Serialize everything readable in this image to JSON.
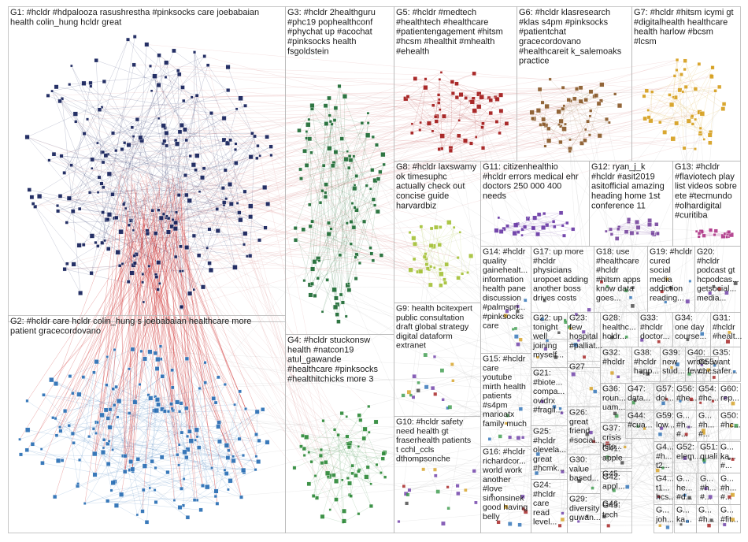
{
  "groups": [
    {
      "id": "G1",
      "lines": [
        "G1: #hcldr #hdpalooza rasushrestha #pinksocks care joebabaian",
        "health colin_hung hcldr great"
      ],
      "color": "#14205a"
    },
    {
      "id": "G2",
      "lines": [
        "G2: #hcldr care hcldr colin_hung s joebabaian healthcare more",
        "patient gracecordovano"
      ],
      "color": "#2a6fb5"
    },
    {
      "id": "G3",
      "lines": [
        "G3: #hcldr 2healthguru",
        "#phc19 pophealthconf",
        "#phychat up #acochat",
        "#pinksocks health",
        "fsgoldstein"
      ],
      "color": "#1e6b34"
    },
    {
      "id": "G4",
      "lines": [
        "G4: #hcldr stuckonsw",
        "health #natcon19",
        "atul_gawande",
        "#healthcare #pinksocks",
        "#healthitchicks more 3"
      ],
      "color": "#2f8a3a"
    },
    {
      "id": "G5",
      "lines": [
        "G5: #hcldr #medtech",
        "#healthtech #healthcare",
        "#patientengagement #hitsm",
        "#hcsm #healthit #mhealth",
        "#ehealth"
      ],
      "color": "#a31a1a"
    },
    {
      "id": "G6",
      "lines": [
        "G6: #hcldr klasresearch",
        "#klas s4pm #pinksocks",
        "#patientchat",
        "gracecordovano",
        "#healthcareit k_salemoaks",
        "practice"
      ],
      "color": "#8a5a2a"
    },
    {
      "id": "G7",
      "lines": [
        "G7: #hcldr #hitsm icymi gt",
        "#digitalhealth healthcare",
        "health harlow #bcsm",
        "#lcsm"
      ],
      "color": "#d6a020"
    },
    {
      "id": "G8",
      "lines": [
        "G8: #hcldr laxswamy",
        "ok timesuphc",
        "actually check out",
        "concise guide",
        "harvardbiz"
      ],
      "color": "#a6c23a"
    },
    {
      "id": "G9",
      "lines": [
        "G9: health bcitexpert",
        "public consultation",
        "draft global strategy",
        "digital dataform",
        "extranet"
      ],
      "color": "#555555"
    },
    {
      "id": "G10",
      "lines": [
        "G10: #hcldr safety",
        "need health gt",
        "fraserhealth patients",
        "t cchl_ccls",
        "dthompsonche"
      ],
      "color": "#555555"
    },
    {
      "id": "G11",
      "lines": [
        "G11: citizenhealthio",
        "#hcldr errors medical ehr",
        "doctors 250 000 400",
        "needs"
      ],
      "color": "#6a3aa6"
    },
    {
      "id": "G12",
      "lines": [
        "G12: ryan_j_k",
        "#hcldr #asit2019",
        "asitofficial amazing",
        "heading home 1st",
        "conference 11"
      ],
      "color": "#7a4aa0"
    },
    {
      "id": "G13",
      "lines": [
        "G13: #hcldr",
        "#flaviotech play",
        "list videos sobre",
        "ete #tecmundo",
        "#olhardigital",
        "#curitiba"
      ],
      "color": "#b03a8a"
    },
    {
      "id": "G14",
      "lines": [
        "G14: #hcldr",
        "quality",
        "gainehealt...",
        "information",
        "health pane",
        "discussion",
        "#palmspri...",
        "#pinksocks",
        "care"
      ],
      "color": "#555555"
    },
    {
      "id": "G15",
      "lines": [
        "G15: #hcldr",
        "care",
        "youtube",
        "mirth health",
        "patients",
        "#s4pm",
        "marioatx",
        "family much"
      ],
      "color": "#555555"
    },
    {
      "id": "G16",
      "lines": [
        "G16: #hcldr",
        "richardcor...",
        "world work",
        "another",
        "#love",
        "simonsinek",
        "good having",
        "belly"
      ],
      "color": "#555555"
    },
    {
      "id": "G17",
      "lines": [
        "G17: up more",
        "#hcldr",
        "physicians",
        "uropoet adding",
        "another boss",
        "drives costs"
      ],
      "color": "#555555"
    },
    {
      "id": "G18",
      "lines": [
        "G18: use",
        "#healthcare",
        "#hcldr",
        "#hitsm apps",
        "know data",
        "goes..."
      ],
      "color": "#555555"
    },
    {
      "id": "G19",
      "lines": [
        "G19: #hcldr",
        "cured",
        "social",
        "media",
        "addiction",
        "reading..."
      ],
      "color": "#555555"
    },
    {
      "id": "G20",
      "lines": [
        "G20:",
        "#hcldr",
        "podcast gt",
        "hcpodcas...",
        "getsocial...",
        "media..."
      ],
      "color": "#555555"
    },
    {
      "id": "G21",
      "lines": [
        "G21:",
        "#biote...",
        "compa...",
        "ovidrx",
        "#fragil..."
      ],
      "color": "#555555"
    },
    {
      "id": "G22",
      "lines": [
        "G22: up",
        "tonight",
        "well",
        "joining",
        "myself..."
      ],
      "color": "#555555"
    },
    {
      "id": "G23",
      "lines": [
        "G23:",
        "few",
        "hospital",
        "#palliat..."
      ],
      "color": "#555555"
    },
    {
      "id": "G24",
      "lines": [
        "G24:",
        "#hcldr",
        "care",
        "read",
        "level..."
      ],
      "color": "#555555"
    },
    {
      "id": "G25",
      "lines": [
        "G25:",
        "#hcldr",
        "olevela...",
        "great",
        "#hcmk..."
      ],
      "color": "#555555"
    },
    {
      "id": "G26",
      "lines": [
        "G26:",
        "great",
        "friend",
        "#social..."
      ],
      "color": "#555555"
    },
    {
      "id": "G27",
      "lines": [
        "G27"
      ],
      "color": "#555555"
    },
    {
      "id": "G28",
      "lines": [
        "G28:",
        "healthc...",
        "hcldr..."
      ],
      "color": "#555555"
    },
    {
      "id": "G29",
      "lines": [
        "G29:",
        "diversity",
        "guwan..."
      ],
      "color": "#555555"
    },
    {
      "id": "G30",
      "lines": [
        "G30:",
        "value",
        "based..."
      ],
      "color": "#555555"
    },
    {
      "id": "G31",
      "lines": [
        "G31:",
        "#hcldr",
        "#healt..."
      ],
      "color": "#555555"
    },
    {
      "id": "G32",
      "lines": [
        "G32:",
        "#hcldr"
      ],
      "color": "#555555"
    },
    {
      "id": "G33",
      "lines": [
        "G33:",
        "#hcldr",
        "doctor..."
      ],
      "color": "#555555"
    },
    {
      "id": "G34",
      "lines": [
        "G34:",
        "one day",
        "course..."
      ],
      "color": "#555555"
    },
    {
      "id": "G35",
      "lines": [
        "G35:",
        "want",
        "safer..."
      ],
      "color": "#555555"
    },
    {
      "id": "G36",
      "lines": [
        "G36:",
        "roun...",
        "uam..."
      ],
      "color": "#555555"
    },
    {
      "id": "G37",
      "lines": [
        "G37:",
        "crisis",
        "hits..."
      ],
      "color": "#555555"
    },
    {
      "id": "G38",
      "lines": [
        "G38:",
        "#hcldr",
        "happ..."
      ],
      "color": "#555555"
    },
    {
      "id": "G39",
      "lines": [
        "G39:",
        "new",
        "stud..."
      ],
      "color": "#555555"
    },
    {
      "id": "G40",
      "lines": [
        "G40:",
        "wrote",
        "few..."
      ],
      "color": "#555555"
    },
    {
      "id": "G41",
      "lines": [
        "G41:",
        "apple"
      ],
      "color": "#555555"
    },
    {
      "id": "G42",
      "lines": [
        "G42:",
        "appl..."
      ],
      "color": "#555555"
    },
    {
      "id": "G43",
      "lines": [
        "G43:",
        "tech"
      ],
      "color": "#555555"
    },
    {
      "id": "G44",
      "lines": [
        "G44:",
        "#cua..."
      ],
      "color": "#555555"
    },
    {
      "id": "G45",
      "lines": [
        "G45"
      ],
      "color": "#555555"
    },
    {
      "id": "G46",
      "lines": [
        "G46:",
        "pati...",
        "join..."
      ],
      "color": "#555555"
    },
    {
      "id": "G47",
      "lines": [
        "G47:",
        "data..."
      ],
      "color": "#555555"
    },
    {
      "id": "G48",
      "lines": [
        "G4...",
        "#h...",
        "t2...",
        "#..."
      ],
      "color": "#555555"
    },
    {
      "id": "G49",
      "lines": [
        "G4...",
        "t1...",
        "hcs..."
      ],
      "color": "#555555"
    },
    {
      "id": "G50",
      "lines": [
        "G50:",
        "#hc..."
      ],
      "color": "#555555"
    },
    {
      "id": "G51",
      "lines": [
        "G51:",
        "quali..."
      ],
      "color": "#555555"
    },
    {
      "id": "G52",
      "lines": [
        "G52:",
        "elem..."
      ],
      "color": "#555555"
    },
    {
      "id": "G53",
      "lines": [
        "G...",
        "joh...",
        "joh..."
      ],
      "color": "#555555"
    },
    {
      "id": "G54",
      "lines": [
        "G54:",
        "#hc..."
      ],
      "color": "#555555"
    },
    {
      "id": "G55",
      "lines": [
        "G55:",
        "#hc..."
      ],
      "color": "#555555"
    },
    {
      "id": "G56",
      "lines": [
        "G56:",
        "#he..."
      ],
      "color": "#555555"
    },
    {
      "id": "G57",
      "lines": [
        "G57:",
        "doi..."
      ],
      "color": "#555555"
    },
    {
      "id": "G58",
      "lines": [
        "G...",
        "he...",
        "#d..."
      ],
      "color": "#555555"
    },
    {
      "id": "G59",
      "lines": [
        "G59:",
        "low..."
      ],
      "color": "#555555"
    },
    {
      "id": "G60",
      "lines": [
        "G60:",
        "rep..."
      ],
      "color": "#555555"
    },
    {
      "id": "G61",
      "lines": [
        "G...",
        "#fit..."
      ],
      "color": "#555555"
    },
    {
      "id": "G62",
      "lines": [
        "G...",
        "#h...",
        "#..."
      ],
      "color": "#555555"
    },
    {
      "id": "G63",
      "lines": [
        "G...",
        "#h...",
        "#..."
      ],
      "color": "#555555"
    },
    {
      "id": "G64",
      "lines": [
        "G...",
        "ka...",
        "#..."
      ],
      "color": "#555555"
    },
    {
      "id": "G65",
      "lines": [
        "G...",
        "#h...",
        "#..."
      ],
      "color": "#555555"
    },
    {
      "id": "G66",
      "lines": [
        "G...",
        "ka...",
        "#..."
      ],
      "color": "#555555"
    },
    {
      "id": "G67",
      "lines": [
        "G...",
        "#h...",
        "#..."
      ],
      "color": "#555555"
    },
    {
      "id": "G68",
      "lines": [
        "G...",
        "#h...",
        "#..."
      ],
      "color": "#555555"
    }
  ]
}
